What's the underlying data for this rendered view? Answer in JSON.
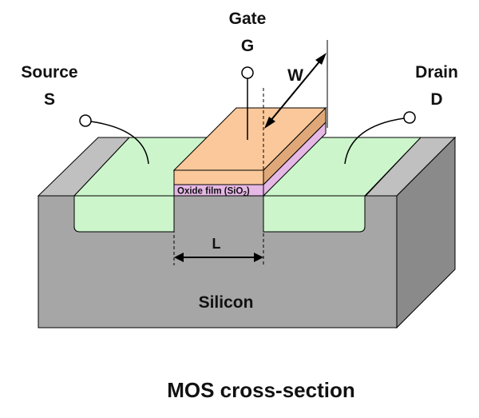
{
  "labels": {
    "gate_word": "Gate",
    "gate_letter": "G",
    "source_word": "Source",
    "source_letter": "S",
    "drain_word": "Drain",
    "drain_letter": "D",
    "width": "W",
    "length": "L",
    "oxide_text": "Oxide film (SiO",
    "oxide_subscript": "2",
    "oxide_close": ")",
    "substrate": "Silicon",
    "caption": "MOS cross-section"
  },
  "colors": {
    "silicon_top": "#c0c0c0",
    "silicon_front": "#a6a6a6",
    "silicon_side": "#8a8a8a",
    "diffusion_region": "#ccf5cc",
    "gate_electrode": "#fac89a",
    "oxide_film": "#e6b8e6",
    "line": "#000000"
  }
}
